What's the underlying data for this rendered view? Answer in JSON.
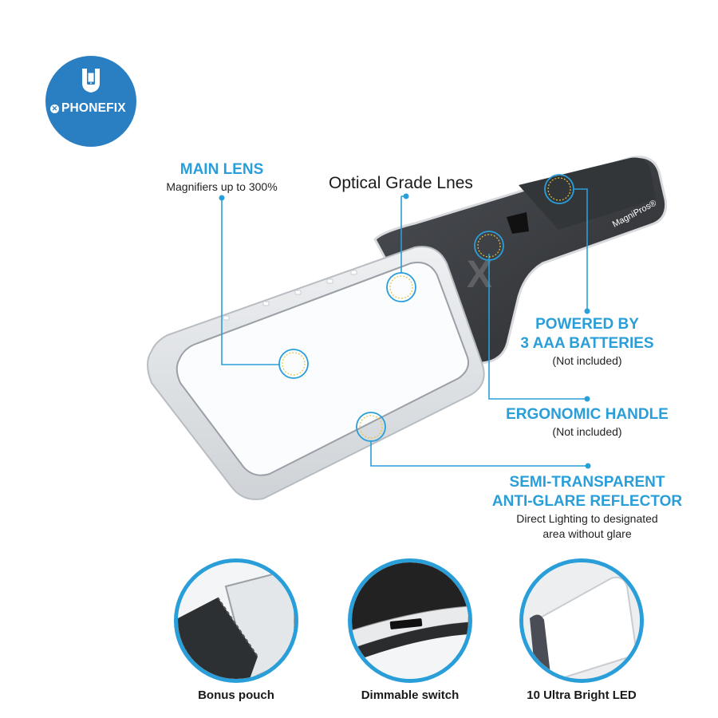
{
  "brand": {
    "logo_text": "PHONEFIX",
    "logo_color": "#2a7fc3"
  },
  "product": {
    "brand_imprint": "MagniPros®",
    "watermark": "X"
  },
  "callouts": {
    "main_lens": {
      "title": "MAIN LENS",
      "subtitle": "Magnifiers up to 300%"
    },
    "optical_grade": {
      "title": "Optical Grade Lnes"
    },
    "powered_by": {
      "title_line1": "POWERED BY",
      "title_line2": "3 AAA BATTERIES",
      "subtitle": "(Not included)"
    },
    "ergonomic_handle": {
      "title": "ERGONOMIC HANDLE",
      "subtitle": "(Not included)"
    },
    "reflector": {
      "title_line1": "SEMI-TRANSPARENT",
      "title_line2": "ANTI-GLARE REFLECTOR",
      "subtitle_line1": "Direct Lighting to designated",
      "subtitle_line2": "area without glare"
    }
  },
  "features": [
    {
      "label": "Bonus pouch",
      "icon": "pouch-photo"
    },
    {
      "label": "Dimmable switch",
      "icon": "switch-photo"
    },
    {
      "label": "10 Ultra Bright LED",
      "icon": "led-photo"
    }
  ],
  "colors": {
    "accent": "#2a9ed9",
    "callout_line": "#2a9ed9",
    "marker_dots": "#e8c440",
    "handle": "#3b3e42",
    "text": "#222222"
  }
}
